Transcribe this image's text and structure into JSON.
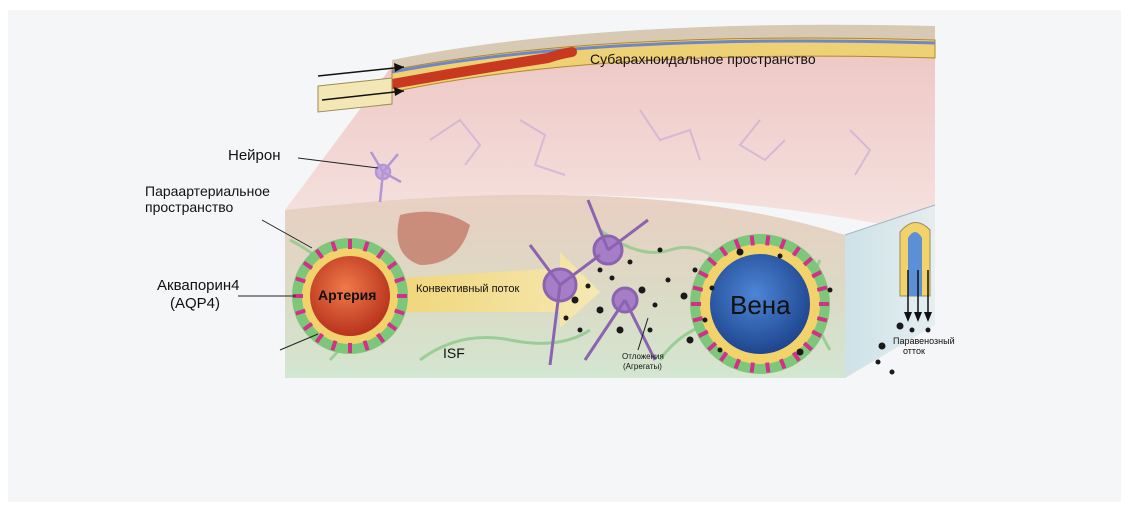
{
  "labels": {
    "subarachnoid": "Субарахноидальное пространство",
    "neuron": "Нейрон",
    "paraarterial_line1": "Параартериальное",
    "paraarterial_line2": "пространство",
    "aquaporin_line1": "Аквапорин4",
    "aquaporin_line2": "(AQP4)",
    "artery": "Артерия",
    "convective_flow": "Конвективный поток",
    "isf": "ISF",
    "deposits_line1": "Отложения",
    "deposits_line2": "(Агрегаты)",
    "vein": "Вена",
    "paravenous_line1": "Паравенозный",
    "paravenous_line2": "отток"
  },
  "colors": {
    "artery": "#d9502b",
    "vein": "#2f62b8",
    "glia_sheath": "#6cbf6a",
    "aquaporin": "#d4308a",
    "csf": "#f2d36b",
    "tissue_top": "#f0c8c8",
    "deposits": "#1a1a1a"
  }
}
